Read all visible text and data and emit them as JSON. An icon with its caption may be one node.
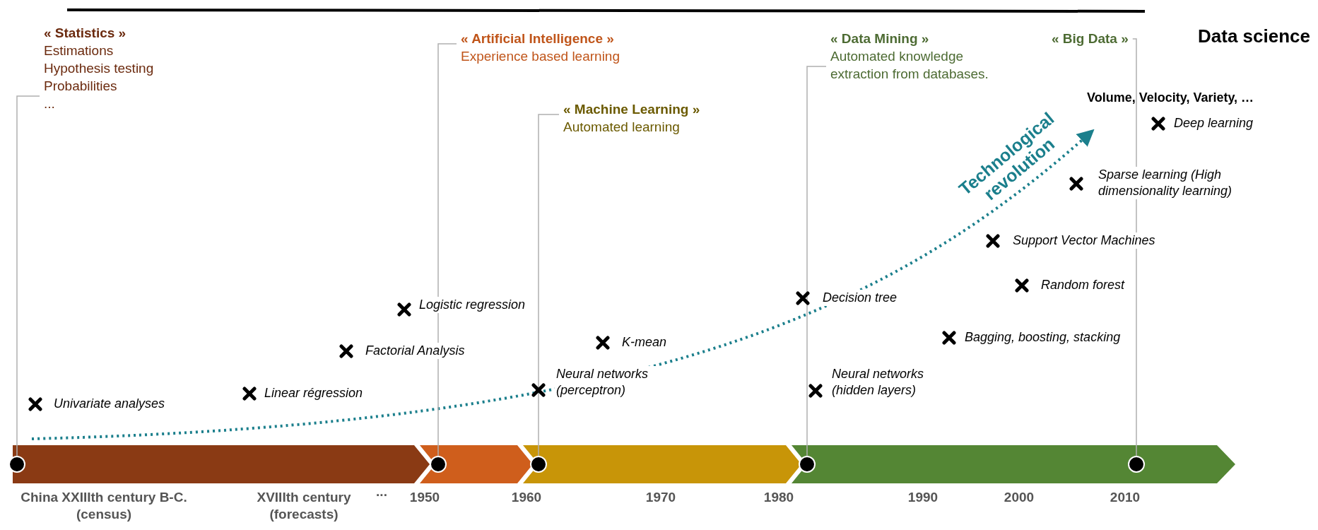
{
  "diagram": {
    "title": "Data science",
    "nodes": [
      {
        "text": [
          "« Statistics »",
          "Estimations",
          "Hypothesis testing",
          "Probabilities",
          "..."
        ]
      },
      {
        "text": [
          "« Artificial Intelligence »",
          "Experience based learning"
        ]
      },
      {
        "text": [
          "« Machine Learning »",
          "Automated learning"
        ]
      },
      {
        "text": [
          "« Data Mining »",
          "Automated knowledge extraction from databases."
        ]
      },
      {
        "text": [
          "« Big Data »"
        ]
      },
      {
        "text": [],
        "shape": "circle"
      },
      {
        "text": [],
        "shape": "circle"
      },
      {
        "text": [],
        "shape": "circle"
      },
      {
        "text": [],
        "shape": "circle"
      },
      {
        "text": [],
        "shape": "circle"
      }
    ],
    "edges": [
      {
        "from": 0,
        "to": 5,
        "arrow": "none"
      },
      {
        "from": 1,
        "to": 6,
        "arrow": "none"
      },
      {
        "from": 2,
        "to": 7,
        "arrow": "none"
      },
      {
        "from": 3,
        "to": 8,
        "arrow": "none"
      },
      {
        "from": 4,
        "to": 9,
        "arrow": "none"
      }
    ],
    "labels": [
      "Volume, Velocity, Variety, …",
      "Deep learning",
      "Technological revolution",
      "Sparse learning (High dimensionality learning)",
      "Support Vector Machines",
      "Decision tree",
      "Random forest",
      "Logistic regression",
      "Factorial Analysis",
      "K-mean",
      "Bagging, boosting, stacking",
      "Neural networks (perceptron)",
      "Neural networks (hidden layers)",
      "Linear régression",
      "Univariate analyses",
      "China XXIIIth century B-C. (census)",
      "XVIIIth century (forecasts)",
      "...",
      "1950",
      "1960",
      "1970",
      "1980",
      "1990",
      "2000",
      "2010"
    ]
  }
}
